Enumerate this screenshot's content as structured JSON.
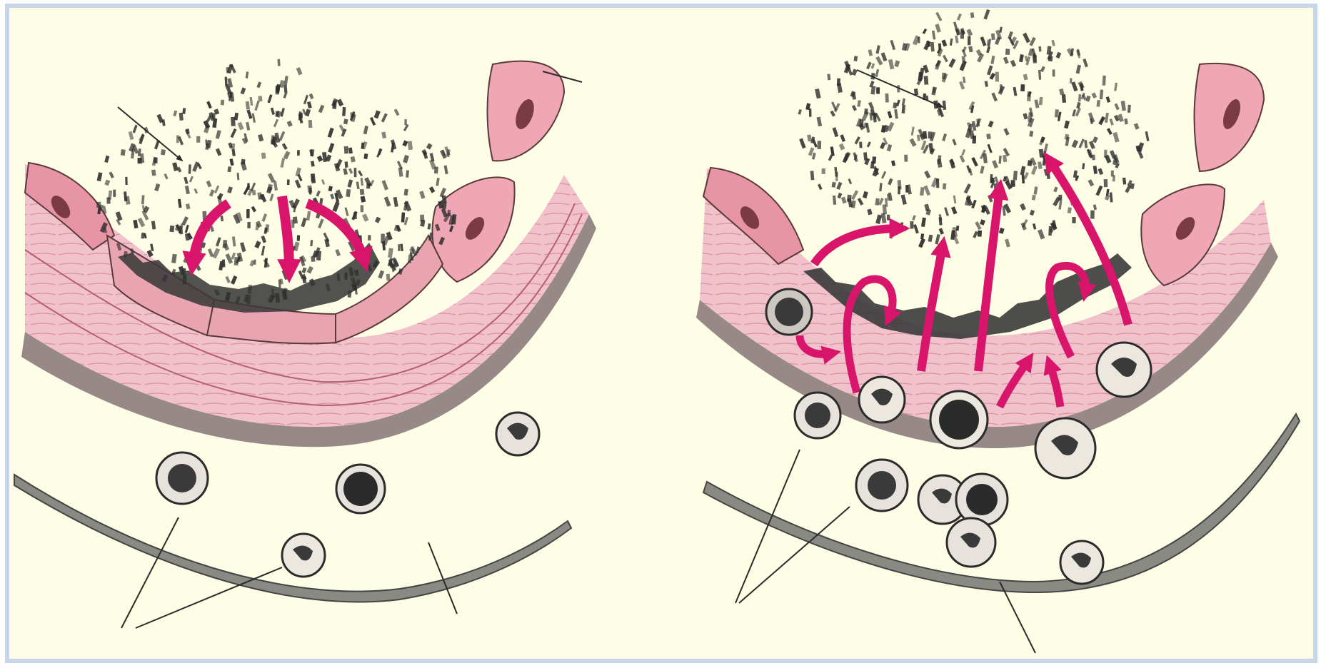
{
  "figure": {
    "title": "",
    "caption": "",
    "panels": [
      {
        "id": "left",
        "labels": []
      },
      {
        "id": "right",
        "labels": []
      }
    ]
  },
  "colors": {
    "background": "#fefee6",
    "frame_border": "#c9d6ea",
    "tissue_pink": "#e9a4b2",
    "tissue_light": "#f3cfd6",
    "arrow_magenta": "#d8156a",
    "ink": "#2b2b2b",
    "dark_debris": "#3a3a3a"
  },
  "icons": {
    "arrow": "magenta-curved-arrow",
    "cell": "leukocyte-cell",
    "pointer": "leader-line"
  }
}
